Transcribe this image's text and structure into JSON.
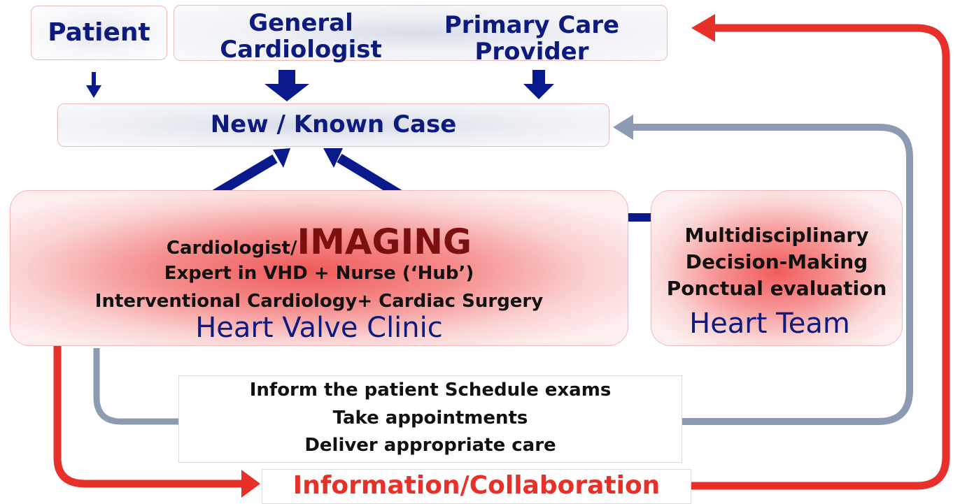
{
  "top": {
    "patient": "Patient",
    "general_cardiologist": [
      "General",
      "Cardiologist"
    ],
    "primary_care_provider": [
      "Primary Care",
      "Provider"
    ]
  },
  "case": {
    "label": "New / Known Case"
  },
  "clinic": {
    "line1_prefix": "Cardiologist/",
    "line1_emphasis": "IMAGING",
    "line2": "Expert in VHD + Nurse (‘Hub’)",
    "line3": "Interventional Cardiology+ Cardiac Surgery",
    "title": "Heart Valve Clinic"
  },
  "team": {
    "line1": "Multidisciplinary",
    "line2": "Decision-Making",
    "line3": "Ponctual evaluation",
    "title": "Heart Team"
  },
  "actions": {
    "line1": "Inform the patient Schedule exams",
    "line2": "Take appointments",
    "line3": "Deliver appropriate care"
  },
  "collaboration": {
    "label": "Information/Collaboration"
  },
  "colors": {
    "navy_text": "#0d1a7e",
    "imaging_text": "#7a1010",
    "collaboration_text": "#e8302a",
    "red_arrow": "#e8302a",
    "gray_arrow": "#8d9bb2",
    "navy_arrow": "#0a1a8c"
  }
}
